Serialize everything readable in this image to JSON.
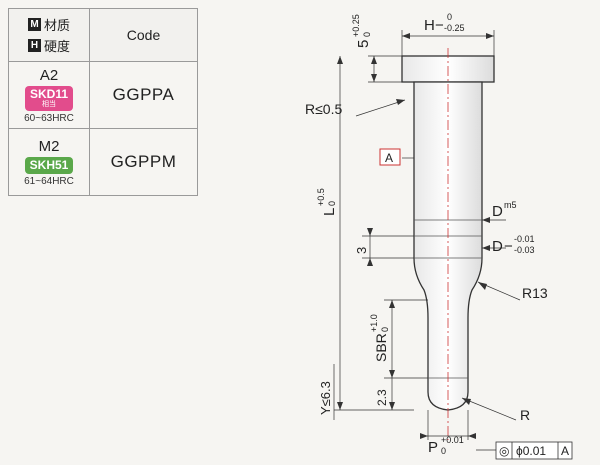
{
  "table": {
    "header": {
      "material_tag": "M",
      "material_label": "材质",
      "hardness_tag": "H",
      "hardness_label": "硬度",
      "code_label": "Code"
    },
    "rows": [
      {
        "grade": "A2",
        "badge": "SKD11",
        "badge_sub": "相当",
        "badge_color": "#e24c8c",
        "hardness": "60~63HRC",
        "code": "GGPPA"
      },
      {
        "grade": "M2",
        "badge": "SKH51",
        "badge_sub": "",
        "badge_color": "#5aa84a",
        "hardness": "61~64HRC",
        "code": "GGPPM"
      }
    ]
  },
  "drawing": {
    "head_height": "5",
    "head_height_tol_upper": "+0.25",
    "head_height_tol_lower": "0",
    "head_width": "H",
    "head_width_tol_upper": "0",
    "head_width_tol_lower": "-0.25",
    "radius_note": "R≤0.5",
    "datum_a": "A",
    "length": "L",
    "length_tol_upper": "+0.5",
    "length_tol_lower": "0",
    "shank_dia": "D",
    "shank_fit": "m5",
    "relief_dia": "D",
    "relief_tol_upper": "-0.01",
    "relief_tol_lower": "-0.03",
    "relief_len": "3",
    "neck_radius": "R13",
    "sbr": "SBR",
    "sbr_tol_upper": "+1.0",
    "sbr_tol_lower": "0",
    "y_note": "Y≤6.3",
    "tip_len": "2.3",
    "tip_radius": "R",
    "point_dia": "P",
    "point_tol_upper": "+0.01",
    "point_tol_lower": "0",
    "concentricity_symbol": "◎",
    "concentricity_value": "ϕ0.01",
    "concentricity_datum": "A"
  }
}
